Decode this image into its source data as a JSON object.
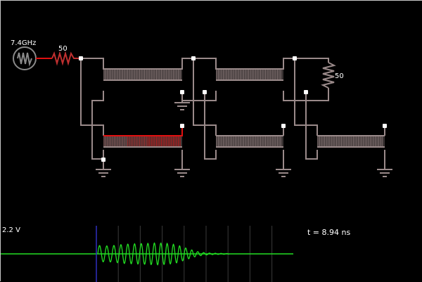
{
  "app": "Circuit simulator - transmission line filter",
  "source": {
    "frequency_label": "7.4GHz",
    "icon": "ac-source-icon"
  },
  "resistors": [
    {
      "label": "50",
      "role": "source-resistor"
    },
    {
      "label": "50",
      "role": "load-resistor"
    }
  ],
  "colors": {
    "wire": "#9a8a8a",
    "wire_hot": "#e01010",
    "node": "#ffffff",
    "trace": "#22e022",
    "scope_axis": "#22e022",
    "cursor": "#3030c0",
    "grid": "#3a3a3a",
    "text": "#ffffff"
  },
  "scope": {
    "scale_label": "2.2 V",
    "time_label": "t = 8.94 ns",
    "gridlines": 9
  },
  "chart_data": {
    "type": "line",
    "title": "",
    "xlabel": "",
    "ylabel": "",
    "scale_label": "2.2 V",
    "description": "Voltage trace: burst of ~16 sinusoidal cycles growing slightly then decaying to near zero",
    "cycles": 18,
    "amplitude_envelope": [
      0.75,
      0.7,
      0.72,
      0.78,
      0.85,
      0.88,
      0.9,
      0.92,
      0.95,
      0.97,
      0.95,
      0.9,
      0.8,
      0.6,
      0.4,
      0.22,
      0.12,
      0.07,
      0.05,
      0.04,
      0.03
    ]
  }
}
